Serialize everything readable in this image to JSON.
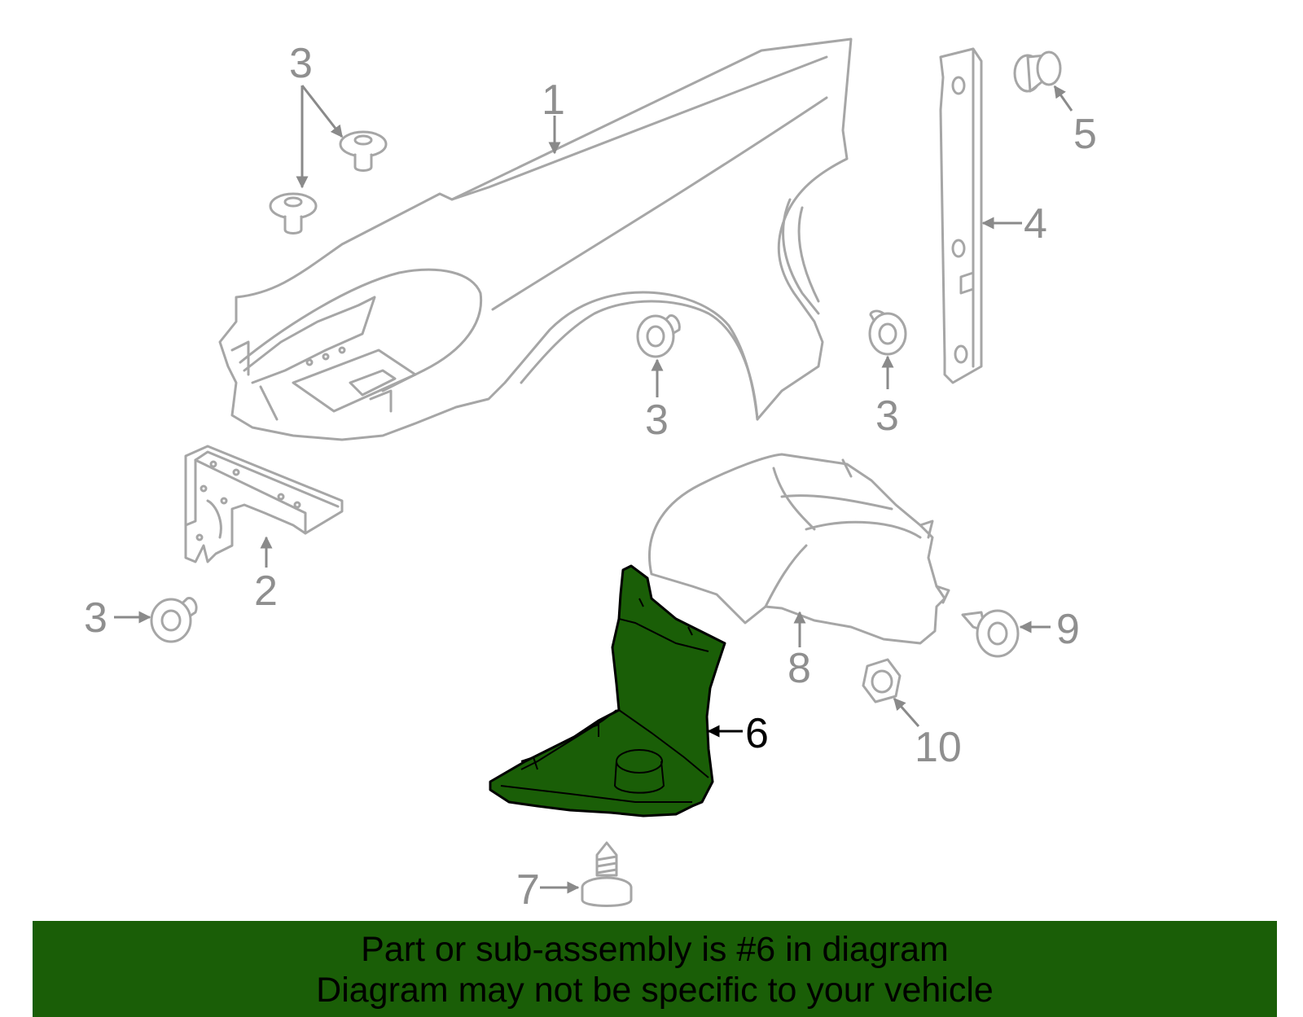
{
  "colors": {
    "highlight": "#1a5e07",
    "outline": "#a6a6a6",
    "callout": "#8f8f8f",
    "banner_bg": "#1a5e07",
    "banner_text": "#000000"
  },
  "highlighted_part": "6",
  "callouts": {
    "c1": "1",
    "c2": "2",
    "c3a": "3",
    "c3b": "3",
    "c3c": "3",
    "c3d": "3",
    "c4": "4",
    "c5": "5",
    "c6": "6",
    "c7": "7",
    "c8": "8",
    "c9": "9",
    "c10": "10"
  },
  "banner": {
    "line1": "Part or sub-assembly is #6 in diagram",
    "line2": "Diagram may not be specific to your vehicle"
  }
}
